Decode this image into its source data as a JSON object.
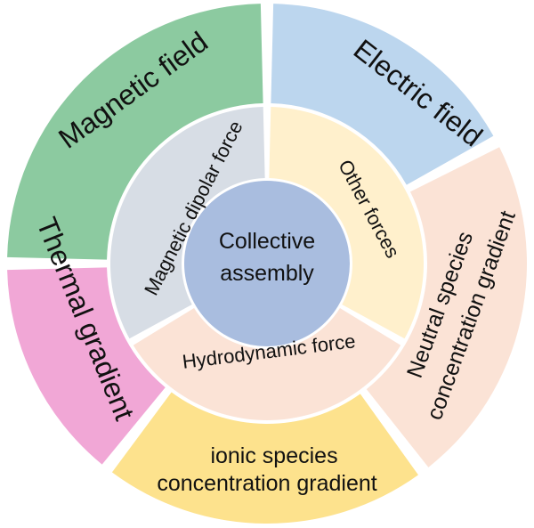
{
  "center": {
    "lines": [
      "Collective",
      "assembly"
    ],
    "color": "#a9bddf"
  },
  "inner_ring": [
    {
      "label": "Magnetic dipolar force",
      "color": "#d7dde5"
    },
    {
      "label": "Other forces",
      "color": "#fff0cc"
    },
    {
      "label": "Hydrodynamic force",
      "color": "#fbe3d6"
    }
  ],
  "outer_ring": [
    {
      "lines": [
        "Magnetic field"
      ],
      "color": "#8ccaa0"
    },
    {
      "lines": [
        "Electric field"
      ],
      "color": "#bcd6ee"
    },
    {
      "lines": [
        "Neutral species",
        "concentration gradient"
      ],
      "color": "#fbe3d6"
    },
    {
      "lines": [
        "ionic species",
        "concentration gradient"
      ],
      "color": "#fde28d"
    },
    {
      "lines": [
        "Thermal gradient"
      ],
      "color": "#f1a7d6"
    }
  ]
}
